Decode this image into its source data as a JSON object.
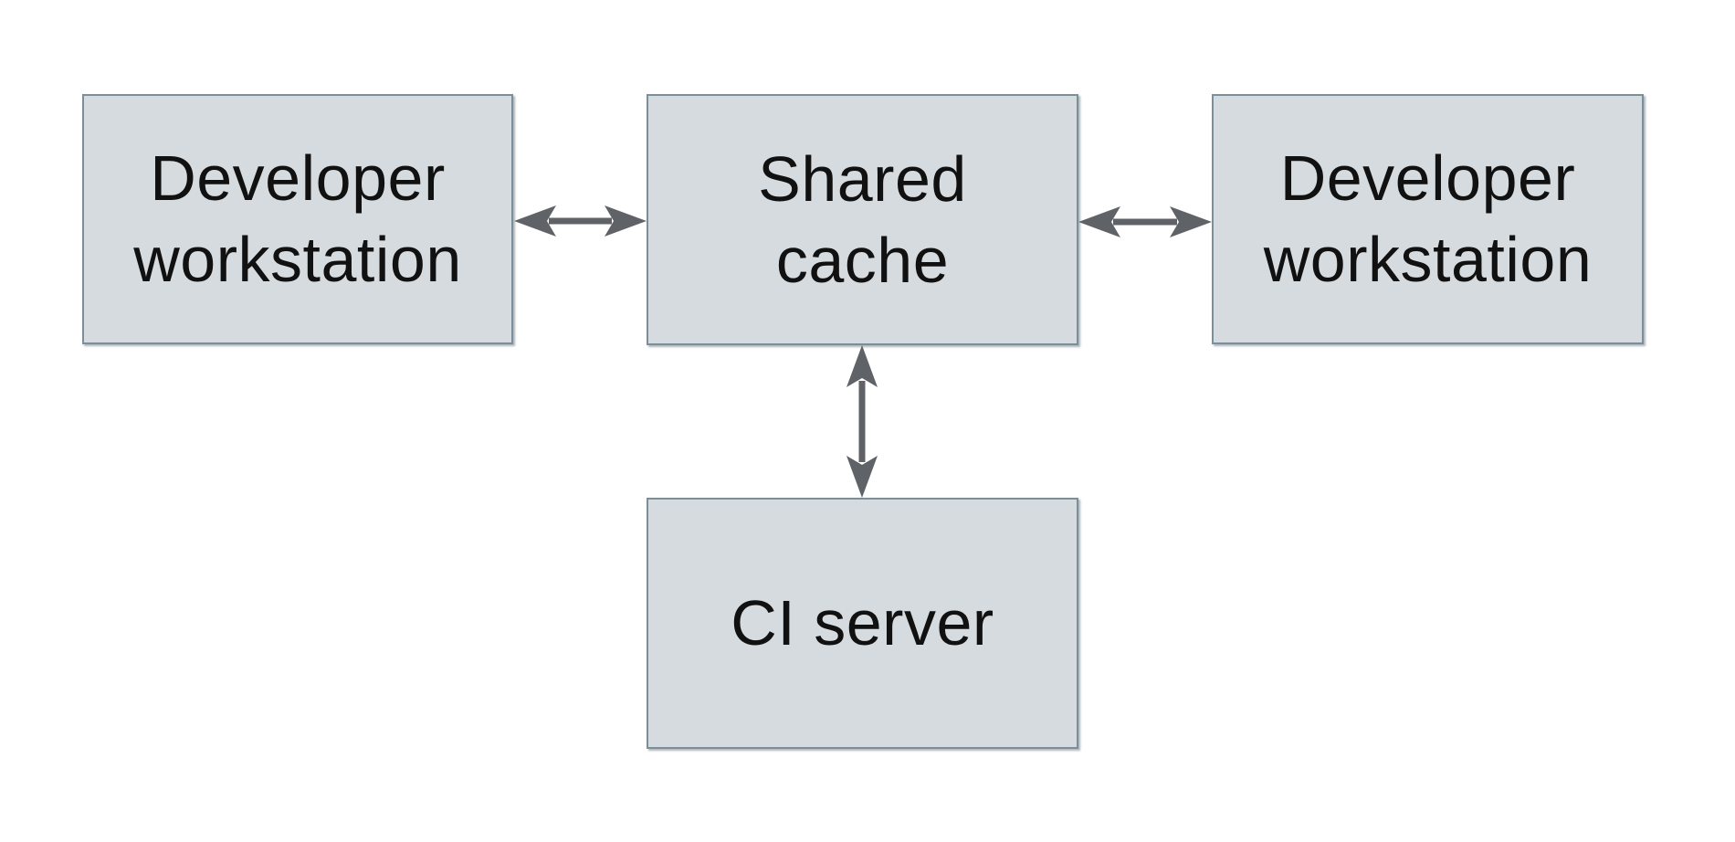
{
  "page": {
    "background": "#ffffff"
  },
  "theme": {
    "page_background": "#ffffff",
    "box_fill": "#d5dbde",
    "box_border": "#7b8f9a",
    "arrow_color": "#5f6368",
    "text_color": "#111111"
  },
  "diagram": {
    "nodes": [
      {
        "id": "developer-workstation-left",
        "label": "Developer\nworkstation"
      },
      {
        "id": "shared-cache",
        "label": "Shared\ncache"
      },
      {
        "id": "developer-workstation-right",
        "label": "Developer\nworkstation"
      },
      {
        "id": "ci-server",
        "label": "CI server"
      }
    ],
    "edges": [
      {
        "from": "developer-workstation-left",
        "to": "shared-cache",
        "type": "bidirectional",
        "orientation": "horizontal"
      },
      {
        "from": "shared-cache",
        "to": "developer-workstation-right",
        "type": "bidirectional",
        "orientation": "horizontal"
      },
      {
        "from": "shared-cache",
        "to": "ci-server",
        "type": "bidirectional",
        "orientation": "vertical"
      }
    ]
  }
}
